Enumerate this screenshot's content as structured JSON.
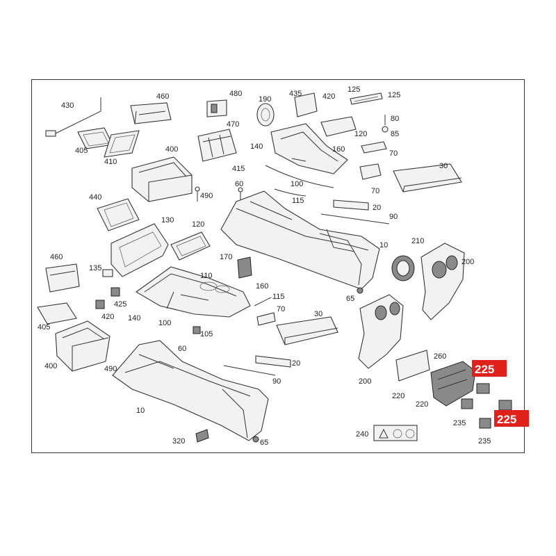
{
  "diagram": {
    "labels": [
      {
        "id": "l430",
        "text": "430"
      },
      {
        "id": "l460a",
        "text": "460"
      },
      {
        "id": "l480",
        "text": "480"
      },
      {
        "id": "l190",
        "text": "190"
      },
      {
        "id": "l435",
        "text": "435"
      },
      {
        "id": "l420a",
        "text": "420"
      },
      {
        "id": "l125a",
        "text": "125"
      },
      {
        "id": "l125b",
        "text": "125"
      },
      {
        "id": "l80",
        "text": "80"
      },
      {
        "id": "l85",
        "text": "85"
      },
      {
        "id": "l470",
        "text": "470"
      },
      {
        "id": "l120a",
        "text": "120"
      },
      {
        "id": "l405a",
        "text": "405"
      },
      {
        "id": "l410",
        "text": "410"
      },
      {
        "id": "l400a",
        "text": "400"
      },
      {
        "id": "l140a",
        "text": "140"
      },
      {
        "id": "l160a",
        "text": "160"
      },
      {
        "id": "l70a",
        "text": "70"
      },
      {
        "id": "l415",
        "text": "415"
      },
      {
        "id": "l30a",
        "text": "30"
      },
      {
        "id": "l60a",
        "text": "60"
      },
      {
        "id": "l100a",
        "text": "100"
      },
      {
        "id": "l70b",
        "text": "70"
      },
      {
        "id": "l490a",
        "text": "490"
      },
      {
        "id": "l115a",
        "text": "115"
      },
      {
        "id": "l440",
        "text": "440"
      },
      {
        "id": "l20a",
        "text": "20"
      },
      {
        "id": "l90a",
        "text": "90"
      },
      {
        "id": "l130",
        "text": "130"
      },
      {
        "id": "l120b",
        "text": "120"
      },
      {
        "id": "l210",
        "text": "210"
      },
      {
        "id": "l10a",
        "text": "10"
      },
      {
        "id": "l460b",
        "text": "460"
      },
      {
        "id": "l170",
        "text": "170"
      },
      {
        "id": "l200a",
        "text": "200"
      },
      {
        "id": "l135",
        "text": "135"
      },
      {
        "id": "l110",
        "text": "110"
      },
      {
        "id": "l160b",
        "text": "160"
      },
      {
        "id": "l65a",
        "text": "65"
      },
      {
        "id": "l425",
        "text": "425"
      },
      {
        "id": "l115b",
        "text": "115"
      },
      {
        "id": "l70c",
        "text": "70"
      },
      {
        "id": "l420b",
        "text": "420"
      },
      {
        "id": "l140b",
        "text": "140"
      },
      {
        "id": "l100b",
        "text": "100"
      },
      {
        "id": "l30b",
        "text": "30"
      },
      {
        "id": "l405b",
        "text": "405"
      },
      {
        "id": "l105",
        "text": "105"
      },
      {
        "id": "l60b",
        "text": "60"
      },
      {
        "id": "l260",
        "text": "260"
      },
      {
        "id": "l400b",
        "text": "400"
      },
      {
        "id": "l20b",
        "text": "20"
      },
      {
        "id": "l490b",
        "text": "490"
      },
      {
        "id": "l90b",
        "text": "90"
      },
      {
        "id": "l200b",
        "text": "200"
      },
      {
        "id": "l220a",
        "text": "220"
      },
      {
        "id": "l220b",
        "text": "220"
      },
      {
        "id": "l10b",
        "text": "10"
      },
      {
        "id": "l235a",
        "text": "235"
      },
      {
        "id": "l240",
        "text": "240"
      },
      {
        "id": "l235b",
        "text": "235"
      },
      {
        "id": "l320",
        "text": "320"
      },
      {
        "id": "l65b",
        "text": "65"
      }
    ],
    "highlights": [
      {
        "id": "h225a",
        "text": "225"
      },
      {
        "id": "h225b",
        "text": "225"
      }
    ],
    "highlight_color": "#e0201b"
  }
}
